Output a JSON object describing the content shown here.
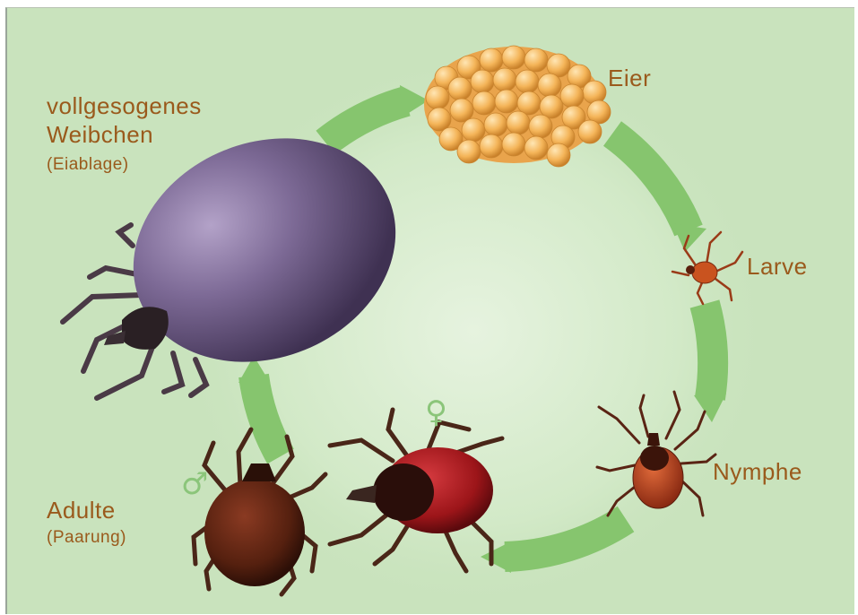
{
  "diagram": {
    "stages": {
      "eggs": {
        "label": "Eier"
      },
      "larva": {
        "label": "Larve"
      },
      "nymph": {
        "label": "Nymphe"
      },
      "engorged_female": {
        "line1": "vollgesogenes",
        "line2": "Weibchen",
        "note": "(Eiablage)"
      },
      "adults": {
        "label": "Adulte",
        "note": "(Paarung)"
      }
    },
    "symbols": {
      "male": "♂",
      "female": "♀"
    },
    "colors": {
      "background": "#c9e3bd",
      "cycle_ring": "#86c56e",
      "label_text": "#9a5a1c",
      "egg": "#f1b259",
      "engorged_body": "#6e5a86",
      "tick_dark": "#4a2618",
      "female_scutum": "#a0171c"
    }
  }
}
